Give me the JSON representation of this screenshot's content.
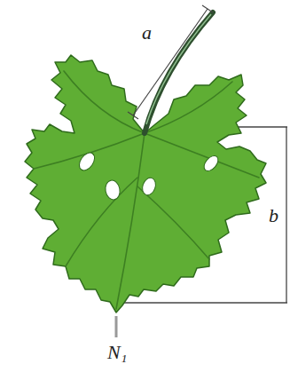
{
  "diagram": {
    "labels": [
      "a",
      "b",
      "N₁"
    ]
  }
}
